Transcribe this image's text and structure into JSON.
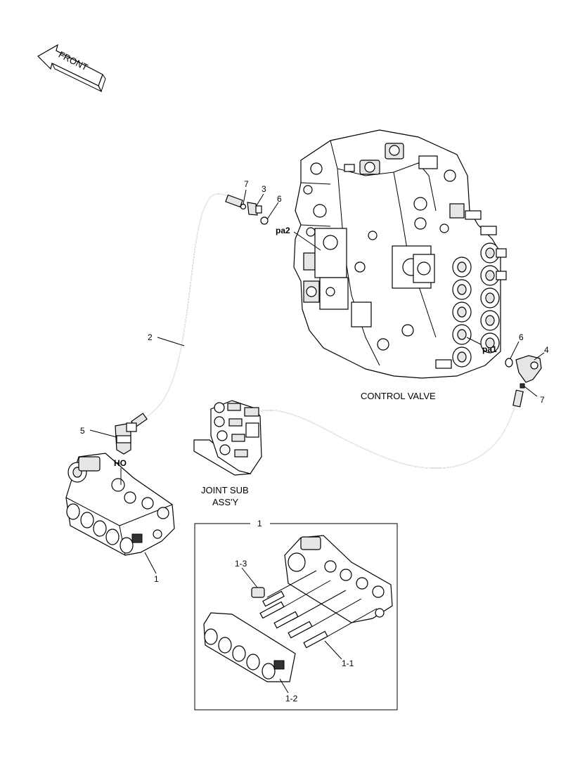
{
  "front_arrow": {
    "label": "FRONT"
  },
  "components": {
    "control_valve": "CONTROL VALVE",
    "joint_sub_line1": "JOINT SUB",
    "joint_sub_line2": "ASS'Y"
  },
  "ports": {
    "pa1": "pa1",
    "pa2": "pa2",
    "ho": "HO"
  },
  "callouts": {
    "c7_top": "7",
    "c3": "3",
    "c6_top": "6",
    "c2": "2",
    "c5": "5",
    "c1_main": "1",
    "c6_right": "6",
    "c4": "4",
    "c7_right": "7"
  },
  "detail": {
    "title": "1",
    "c1_3": "1-3",
    "c1_1": "1-1",
    "c1_2": "1-2"
  }
}
